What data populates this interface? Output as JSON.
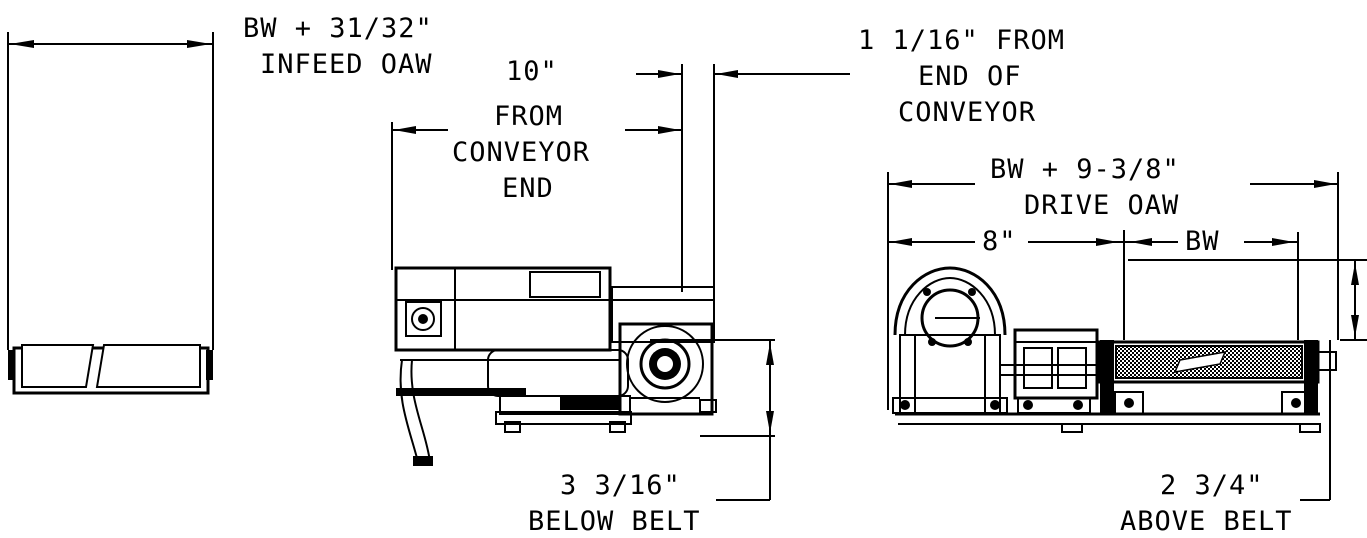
{
  "infeed": {
    "width_label": "BW + 31/32\"",
    "name_label": "INFEED OAW"
  },
  "side_view": {
    "from_end": [
      "10\"",
      "FROM",
      "CONVEYOR",
      "END"
    ],
    "offset": [
      "1 1/16\" FROM",
      "END OF",
      "CONVEYOR"
    ],
    "below": [
      "3 3/16\"",
      "BELOW BELT"
    ]
  },
  "drive_view": {
    "width_label": "BW + 9-3/8\"",
    "name_label": "DRIVE OAW",
    "motor_width": "8\"",
    "belt_width": "BW",
    "above": [
      "2 3/4\"",
      "ABOVE BELT"
    ]
  }
}
